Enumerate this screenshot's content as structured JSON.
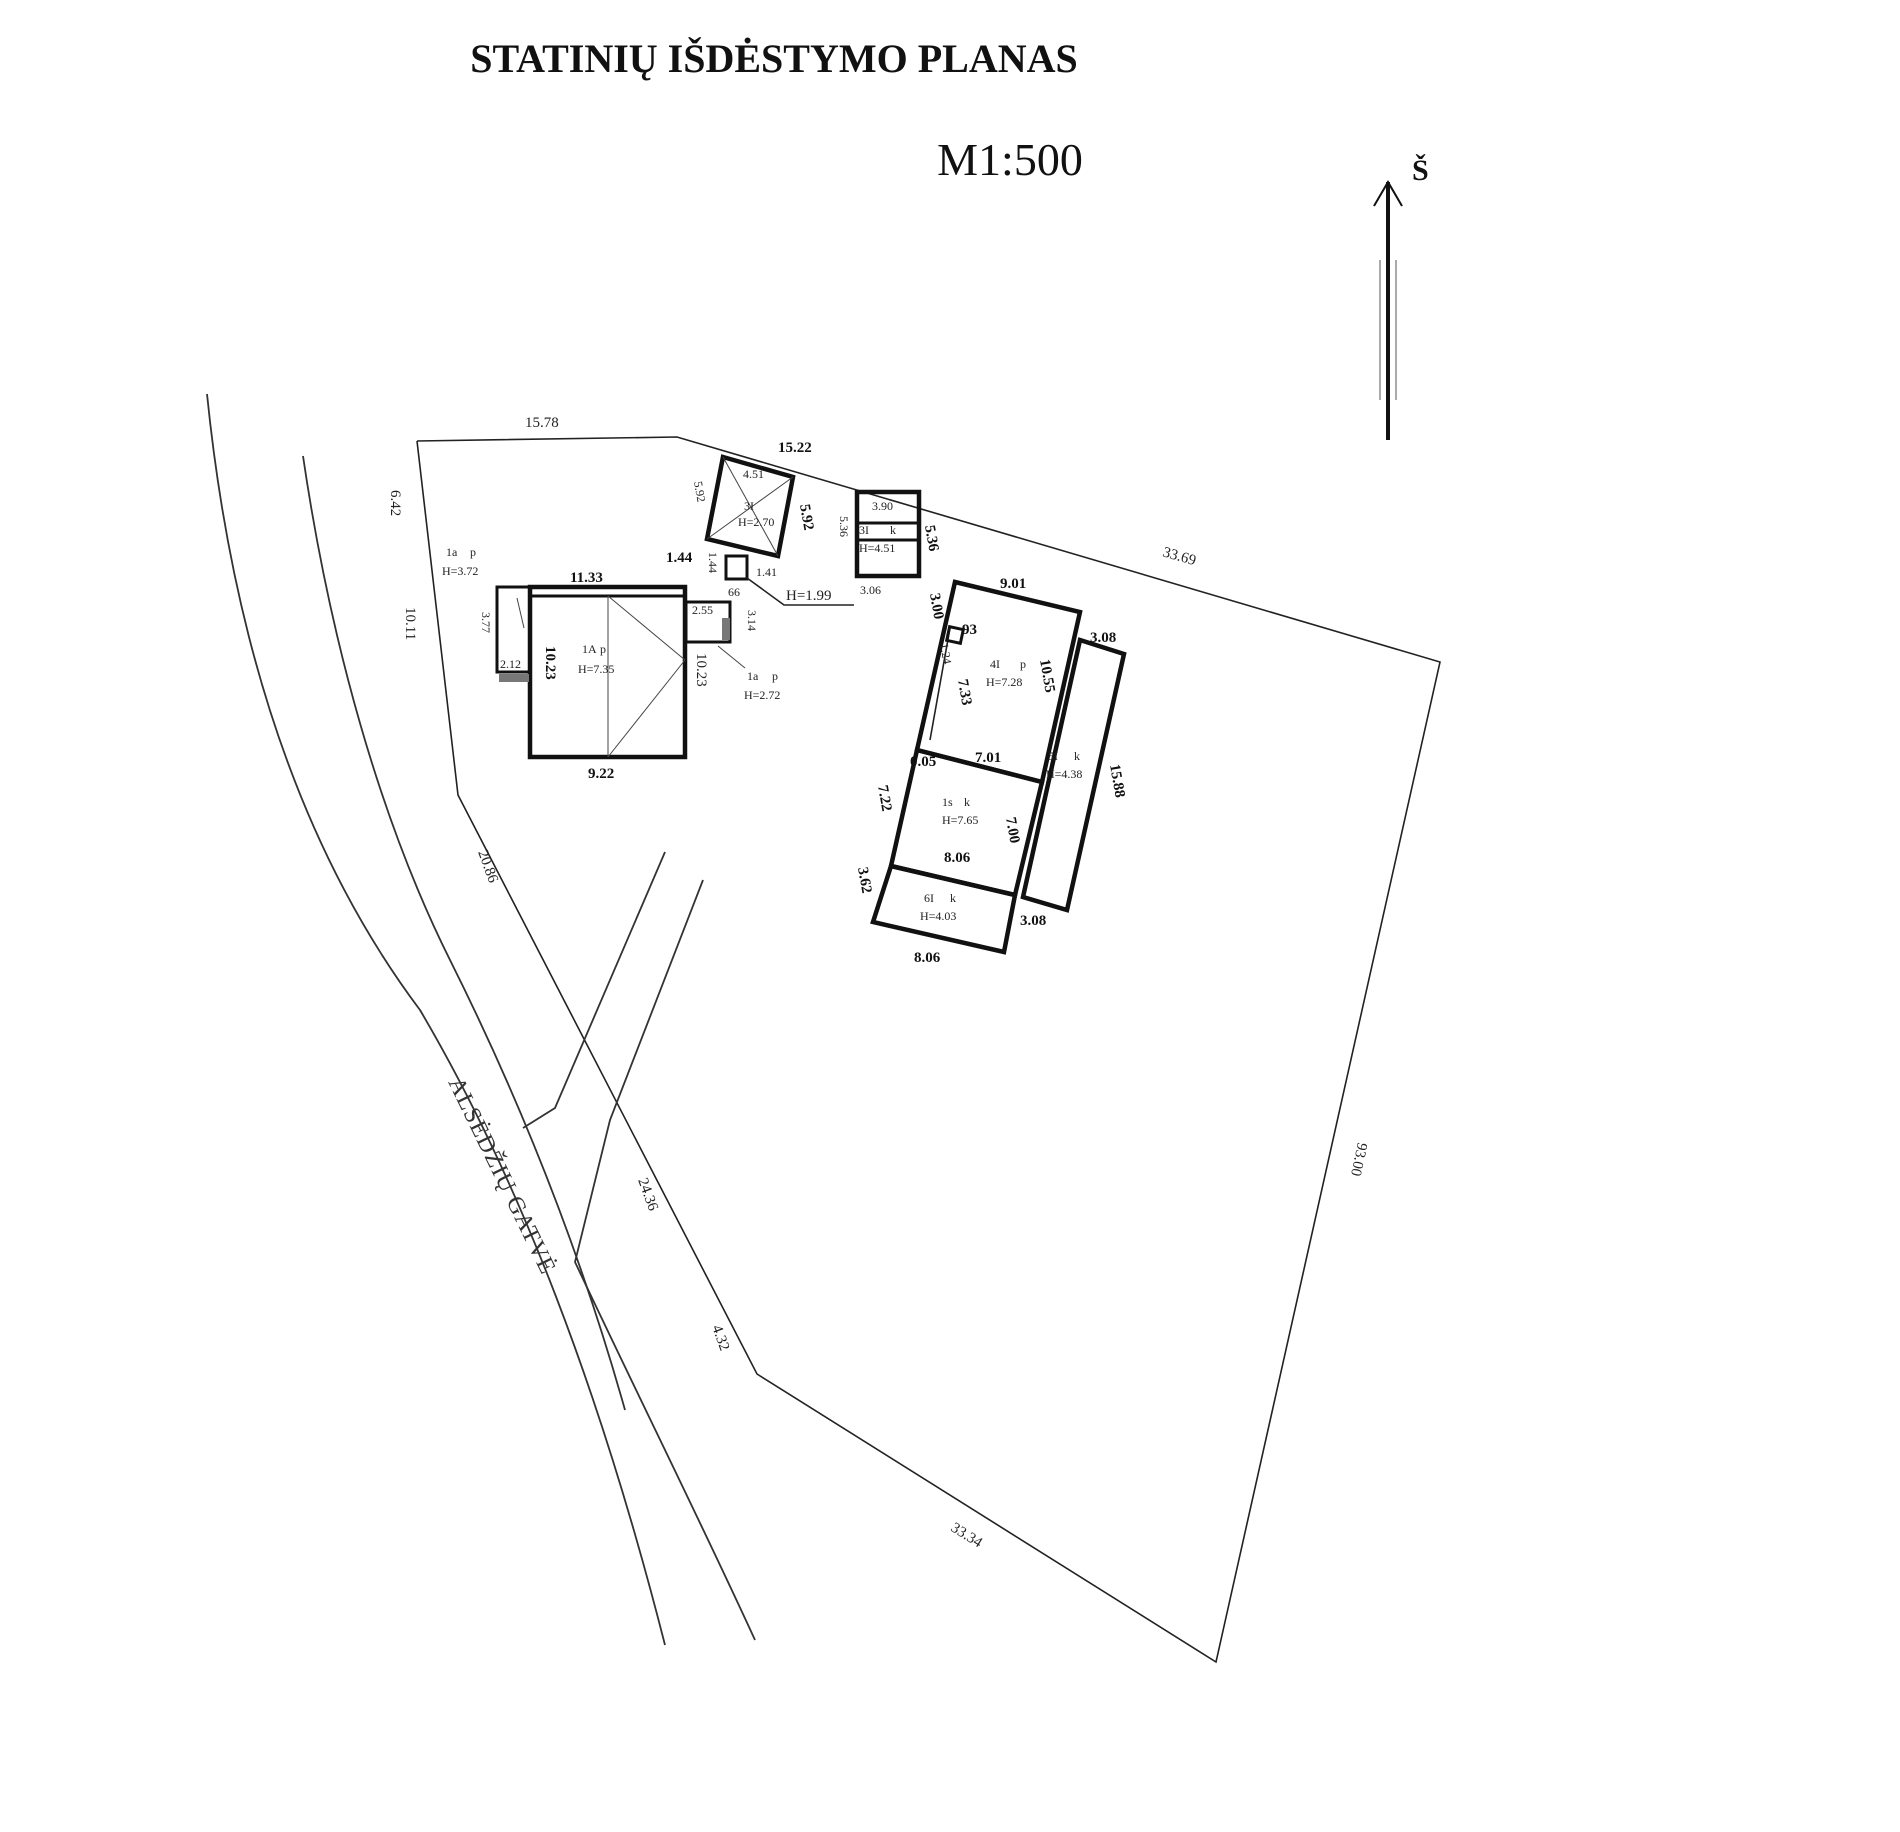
{
  "title": "STATINIŲ IŠDĖSTYMO PLANAS",
  "scale": "M1:500",
  "north_label": "Š",
  "street_name": "ALSĖDŽIŲ GATVĖ",
  "plot": {
    "dim_top_left": "15.78",
    "dim_top_mid": "15.22",
    "dim_top_right": "33.69",
    "dim_left_1": "6.42",
    "dim_left_2": "10.11",
    "dim_left_3": "20.86",
    "dim_left_4": "24.36",
    "dim_left_5": "4.32",
    "dim_bottom": "33.34",
    "dim_right": "93.00"
  },
  "buildings": {
    "house": {
      "id": "1A",
      "suffix": "p",
      "height": "H=7.35",
      "w_top": "11.33",
      "w_bottom": "9.22",
      "h_left": "10.23",
      "h_right": "10.23"
    },
    "annex_left": {
      "id": "1a",
      "suffix": "p",
      "height": "H=3.72",
      "dim_side": "3.77",
      "dim_bottom": "2.12"
    },
    "annex_right": {
      "id": "1a",
      "suffix": "p",
      "height": "H=2.72",
      "dim_top": "2.55",
      "dim_side": "3.14"
    },
    "shed_diag": {
      "id": "3I",
      "suffix": "",
      "height": "H=2.70",
      "dim_top": "4.51",
      "dim_left": "5.92",
      "dim_right": "5.92"
    },
    "small_box": {
      "dim_side": "1.44",
      "dim_inner": "1.44",
      "dim_right": "1.41",
      "dim_bottom": "66",
      "height": "H=1.99"
    },
    "shed_right": {
      "id": "3I",
      "suffix": "k",
      "height": "H=4.51",
      "dim_top": "3.90",
      "dim_bottom": "3.06",
      "dim_left": "5.36",
      "dim_right": "5.36"
    },
    "barn_upper": {
      "id": "4I",
      "suffix": "p",
      "height": "H=7.28",
      "dim_top": "9.01",
      "dim_left": "3.00",
      "dim_inner_left": "7.33",
      "dim_bottom": "7.01",
      "dim_right": "10.55",
      "dim_small": "93",
      "dim_small2": "1.24"
    },
    "barn_side": {
      "id": "5I",
      "suffix": "k",
      "height": "H=4.38",
      "dim_top": "3.08",
      "dim_right": "15.88",
      "dim_bottom": "3.08"
    },
    "barn_mid": {
      "id": "1s",
      "suffix": "k",
      "height": "H=7.65",
      "dim_top_left": "0.05",
      "dim_left": "7.22",
      "dim_right": "7.00",
      "dim_bottom": "8.06"
    },
    "barn_lower": {
      "id": "6I",
      "suffix": "k",
      "height": "H=4.03",
      "dim_left": "3.62",
      "dim_bottom": "8.06"
    }
  }
}
